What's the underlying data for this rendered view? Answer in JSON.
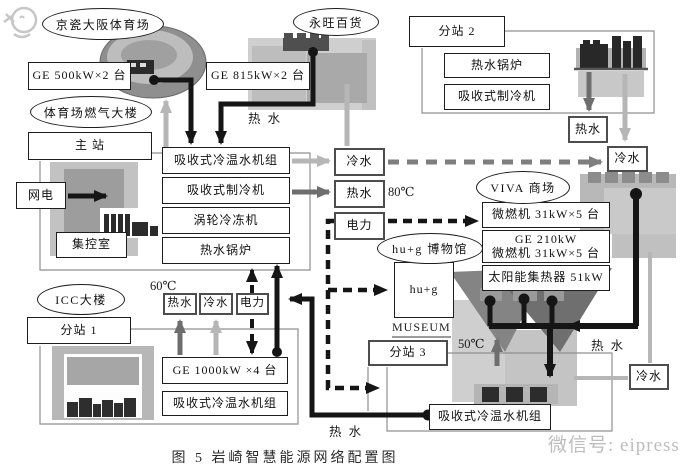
{
  "ellipses": {
    "stadium": "京瓷大阪体育场",
    "aeon": "永旺百货",
    "gas_building": "体育场燃气大楼",
    "viva": "VIVA 商场",
    "museum": "hu+g 博物馆",
    "icc": "ICC大楼"
  },
  "boxes": {
    "ge500": "GE 500kW×2 台",
    "ge815": "GE 815kW×2 台",
    "substation2": "分站 2",
    "s2_boiler": "热水锅炉",
    "s2_chiller": "吸收式制冷机",
    "hot_right": "热水",
    "cold_top_right": "冷水",
    "main_station": "主 站",
    "grid_power": "网电",
    "control_room": "集控室",
    "eq_chw_unit": "吸收式冷温水机组",
    "eq_chiller": "吸收式制冷机",
    "eq_turbine": "涡轮冷冻机",
    "eq_boiler": "热水锅炉",
    "cold_center": "冷水",
    "hot_center": "热水",
    "power_center": "电力",
    "viva_mgt1": "微燃机 31kW×5 台",
    "viva_ge": "GE 210kW",
    "viva_mgt2": "微燃机 31kW×5 台",
    "viva_solar": "太阳能集热器 51kW",
    "hug": "hu+g",
    "museum_caption": "MUSEUM",
    "substation1": "分站 1",
    "substation3": "分站 3",
    "icc_hot": "热水",
    "icc_cold": "冷水",
    "icc_power": "电力",
    "ge1000": "GE 1000kW ×4 台",
    "icc_chw_unit": "吸收式冷温水机组",
    "s3_chw_unit": "吸收式冷温水机组",
    "cold_bottom_right": "冷水"
  },
  "flow_labels": {
    "hot_top": "热 水",
    "temp_80": "80℃",
    "temp_60": "60℃",
    "temp_50": "50℃",
    "hot_viva": "热 水",
    "hot_bottom": "热 水"
  },
  "caption": "图 5  岩崎智慧能源网络配置图",
  "watermark": "微信号: eipress",
  "colors": {
    "trunk_line": "#151515",
    "power_line": "#151515",
    "hot_water": "#6e6e6e",
    "cold_water": "#b6b6b6",
    "cold_network": "#7e7e7e"
  }
}
